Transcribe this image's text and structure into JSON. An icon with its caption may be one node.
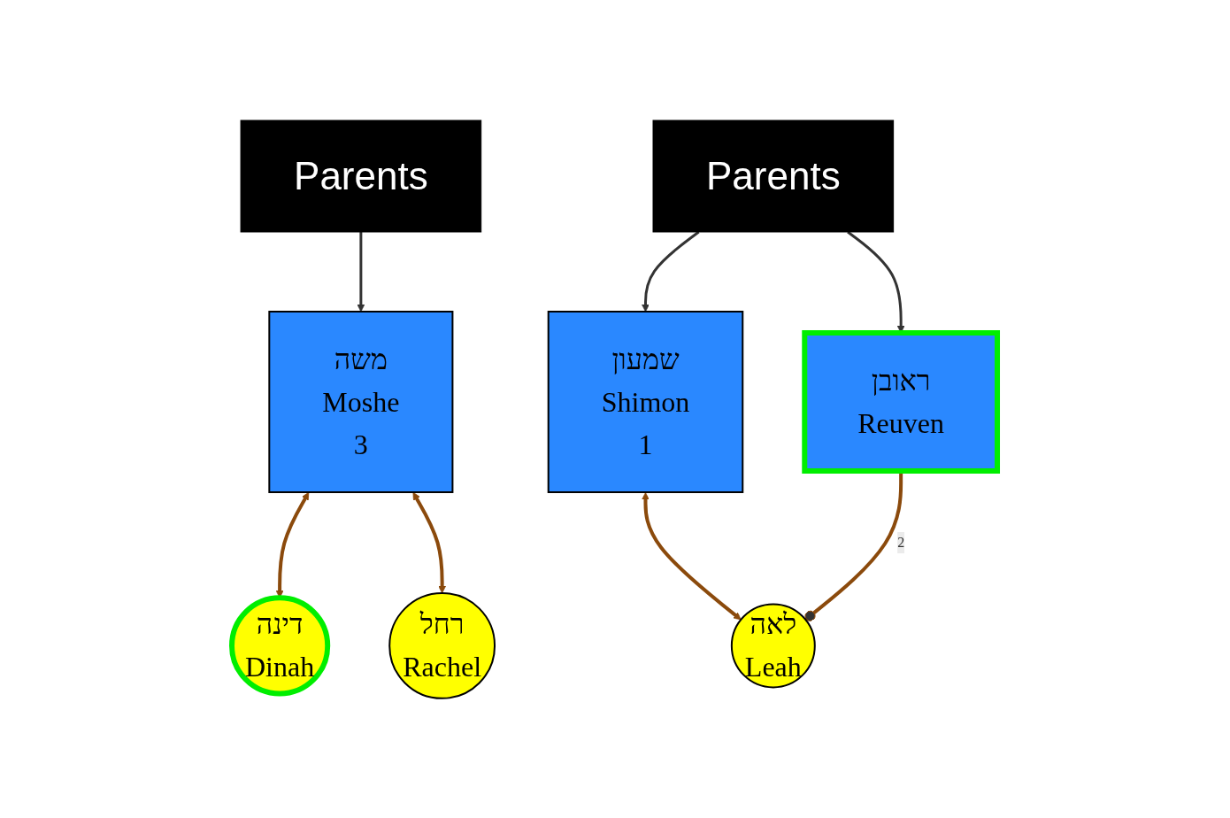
{
  "diagram": {
    "nodes": [
      {
        "text": [
          "Parents"
        ]
      },
      {
        "text": [
          "Parents"
        ]
      },
      {
        "text": [
          "משה",
          "Moshe",
          "3"
        ]
      },
      {
        "text": [
          "שמעון",
          "Shimon",
          "1"
        ]
      },
      {
        "text": [
          "ראובן",
          "Reuven"
        ]
      },
      {
        "text": [
          "דינה",
          "Dinah"
        ]
      },
      {
        "text": [
          "רחל",
          "Rachel"
        ]
      },
      {
        "text": [
          "לאה",
          "Leah"
        ]
      }
    ],
    "edges": [
      {
        "from": 0,
        "to": 2,
        "arrow": "to"
      },
      {
        "from": 1,
        "to": 3,
        "arrow": "to"
      },
      {
        "from": 1,
        "to": 4,
        "arrow": "to"
      },
      {
        "from": 2,
        "to": 5,
        "arrow": "both",
        "color": "#8b4a0c"
      },
      {
        "from": 2,
        "to": 6,
        "arrow": "both",
        "color": "#8b4a0c"
      },
      {
        "from": 3,
        "to": 7,
        "arrow": "both",
        "color": "#8b4a0c"
      },
      {
        "from": 4,
        "to": 7,
        "arrow": "other",
        "label": "2",
        "color": "#8b4a0c"
      }
    ]
  }
}
